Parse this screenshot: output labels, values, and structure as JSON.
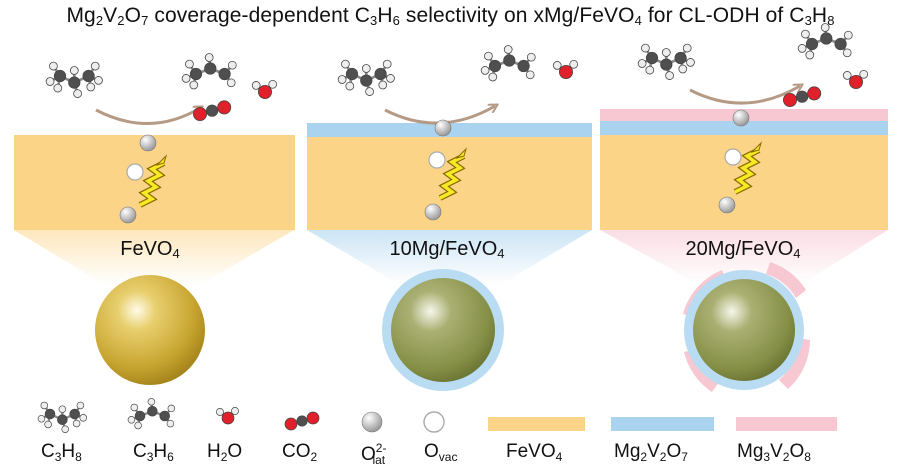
{
  "title": {
    "p1": "Mg",
    "s1": "2",
    "p2": "V",
    "s2": "2",
    "p3": "O",
    "s3": "7",
    "p4": " coverage-dependent C",
    "s4": "3",
    "p5": "H",
    "s5": "6",
    "p6": " selectivity on xMg/FeVO",
    "s6": "4",
    "p7": " for CL-ODH of C",
    "s7": "3",
    "p8": "H",
    "s8": "8"
  },
  "panels": [
    {
      "label_main": "FeVO",
      "label_sub": "4"
    },
    {
      "label_main": "10Mg/FeVO",
      "label_sub": "4"
    },
    {
      "label_main": "20Mg/FeVO",
      "label_sub": "4"
    }
  ],
  "legend": {
    "c3h8": {
      "a": "C",
      "b": "3",
      "c": "H",
      "d": "8"
    },
    "c3h6": {
      "a": "C",
      "b": "3",
      "c": "H",
      "d": "6"
    },
    "h2o": {
      "a": "H",
      "b": "2",
      "c": "O"
    },
    "co2": {
      "a": "CO",
      "b": "2"
    },
    "olat": {
      "a": "O",
      "sup": "2-",
      "sub": "lat"
    },
    "ovac": {
      "a": "O",
      "sub": "vac"
    },
    "fevo4": {
      "a": "FeVO",
      "b": "4"
    },
    "mg2v2o7": {
      "a": "Mg",
      "b": "2",
      "c": "V",
      "d": "2",
      "e": "O",
      "f": "7"
    },
    "mg3v2o8": {
      "a": "Mg",
      "b": "3",
      "c": "V",
      "d": "2",
      "e": "O",
      "f": "8"
    }
  },
  "colors": {
    "fevo4": "#fbd488",
    "mg2v2o7": "#a9d3ee",
    "mg3v2o8": "#f7c7d2",
    "sphere": "#c9a733",
    "core": "#8e9a53",
    "oxygen": "#e0202a",
    "carbon": "#555555",
    "arrow": "#b59a86",
    "electron": "#f4e81c"
  }
}
